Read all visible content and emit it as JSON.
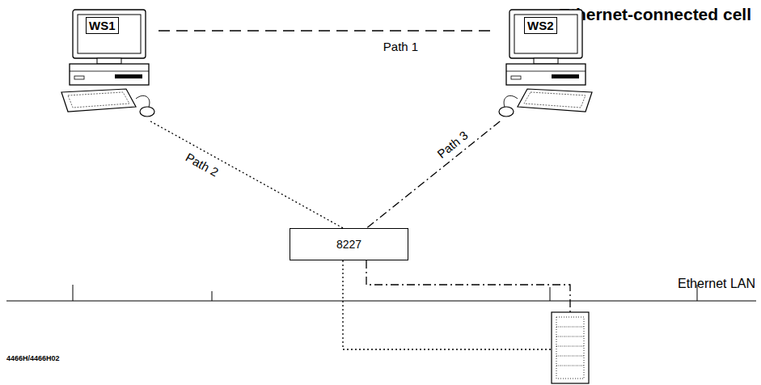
{
  "diagram": {
    "title": "Ethernet-connected cell",
    "nodes": [
      {
        "text": [
          "WS1"
        ]
      },
      {
        "text": [
          "WS2"
        ]
      },
      {
        "text": [
          "8227"
        ]
      }
    ],
    "edges": [
      {
        "from": 0,
        "to": 1,
        "arrow": "none",
        "label": "Path 1"
      },
      {
        "from": 0,
        "to": 2,
        "arrow": "none",
        "label": "Path 2"
      },
      {
        "from": 1,
        "to": 2,
        "arrow": "none",
        "label": "Path 3"
      }
    ],
    "labels": [
      "Ethernet LAN",
      "4466H/4466H02"
    ]
  }
}
